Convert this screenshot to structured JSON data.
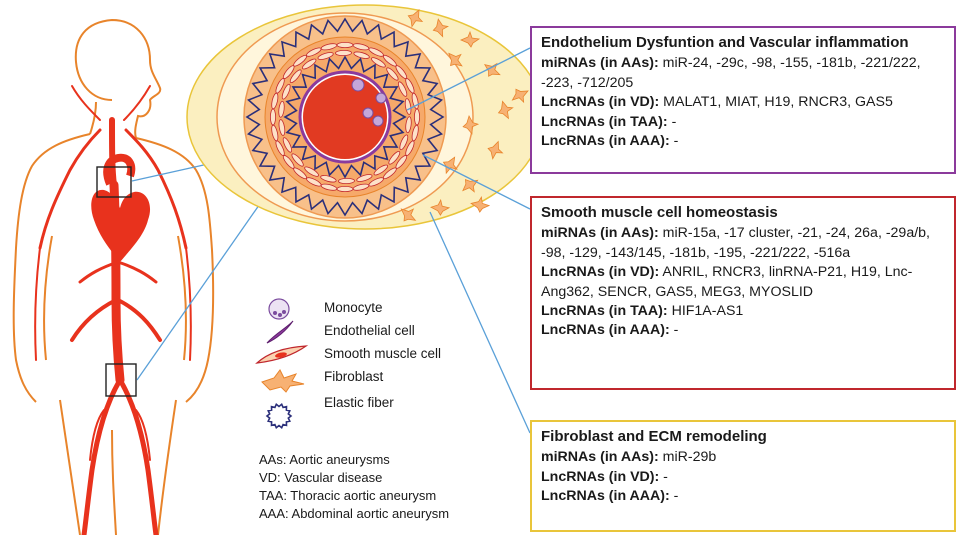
{
  "colors": {
    "artery": "#e8321d",
    "skin_outline": "#e8842b",
    "endothelium_box": "#8b3a9c",
    "smooth_muscle_box": "#c0272d",
    "fibroblast_box": "#e9c53a",
    "arrow": "#5aa0d8",
    "lumen": "#e13a22",
    "adventitia": "#fbefc0",
    "media": "#f5b27a"
  },
  "panels": {
    "endothelium": {
      "title": "Endothelium Dysfuntion and Vascular inflammation",
      "rows": [
        {
          "label": "miRNAs (in AAs):",
          "value": " miR-24, -29c, -98, -155, -181b, -221/222, -223, -712/205"
        },
        {
          "label": "LncRNAs (in VD):",
          "value": " MALAT1, MIAT, H19, RNCR3, GAS5"
        },
        {
          "label": "LncRNAs (in TAA):",
          "value": " -"
        },
        {
          "label": "LncRNAs (in AAA):",
          "value": " -"
        }
      ]
    },
    "smooth_muscle": {
      "title": "Smooth muscle cell homeostasis",
      "rows": [
        {
          "label": "miRNAs (in AAs):",
          "value": " miR-15a, -17 cluster, -21, -24, 26a, -29a/b, -98, -129, -143/145, -181b, -195, -221/222, -516a"
        },
        {
          "label": "LncRNAs (in VD):",
          "value": " ANRIL, RNCR3, linRNA-P21, H19, Lnc-Ang362, SENCR, GAS5, MEG3, MYOSLID"
        },
        {
          "label": "LncRNAs (in TAA):",
          "value": " HIF1A-AS1"
        },
        {
          "label": "LncRNAs (in AAA):",
          "value": " -"
        }
      ]
    },
    "fibroblast": {
      "title": "Fibroblast and ECM remodeling",
      "rows": [
        {
          "label": "miRNAs (in AAs):",
          "value": " miR-29b"
        },
        {
          "label": "LncRNAs (in VD):",
          "value": " -"
        },
        {
          "label": "LncRNAs (in AAA):",
          "value": " -"
        }
      ]
    }
  },
  "legend": {
    "items": [
      {
        "label": "Monocyte",
        "icon": "monocyte-icon"
      },
      {
        "label": "Endothelial cell",
        "icon": "endothelial-cell-icon"
      },
      {
        "label": "Smooth muscle cell",
        "icon": "smooth-muscle-cell-icon"
      },
      {
        "label": "Fibroblast",
        "icon": "fibroblast-icon"
      },
      {
        "label": "Elastic fiber",
        "icon": "elastic-fiber-icon"
      }
    ]
  },
  "abbreviations": [
    "AAs: Aortic aneurysms",
    "VD: Vascular disease",
    "TAA: Thoracic aortic aneurysm",
    "AAA: Abdominal aortic aneurysm"
  ]
}
